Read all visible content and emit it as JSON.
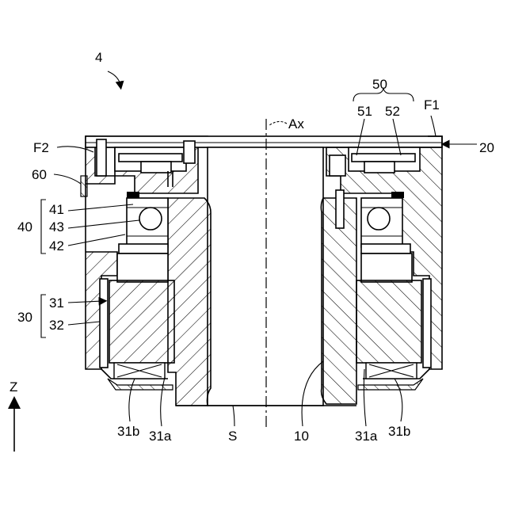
{
  "figure": {
    "ref_main": "4",
    "labels": {
      "F1": "F1",
      "F2": "F2",
      "Ax": "Ax",
      "n20": "20",
      "n50": "50",
      "n51": "51",
      "n52": "52",
      "n60": "60",
      "n41": "41",
      "n43": "43",
      "n42": "42",
      "n40": "40",
      "n31": "31",
      "n32": "32",
      "n30": "30",
      "n31b_left": "31b",
      "n31a_left": "31a",
      "S": "S",
      "n10": "10",
      "n31a_right": "31a",
      "n31b_right": "31b",
      "Z": "Z"
    }
  }
}
